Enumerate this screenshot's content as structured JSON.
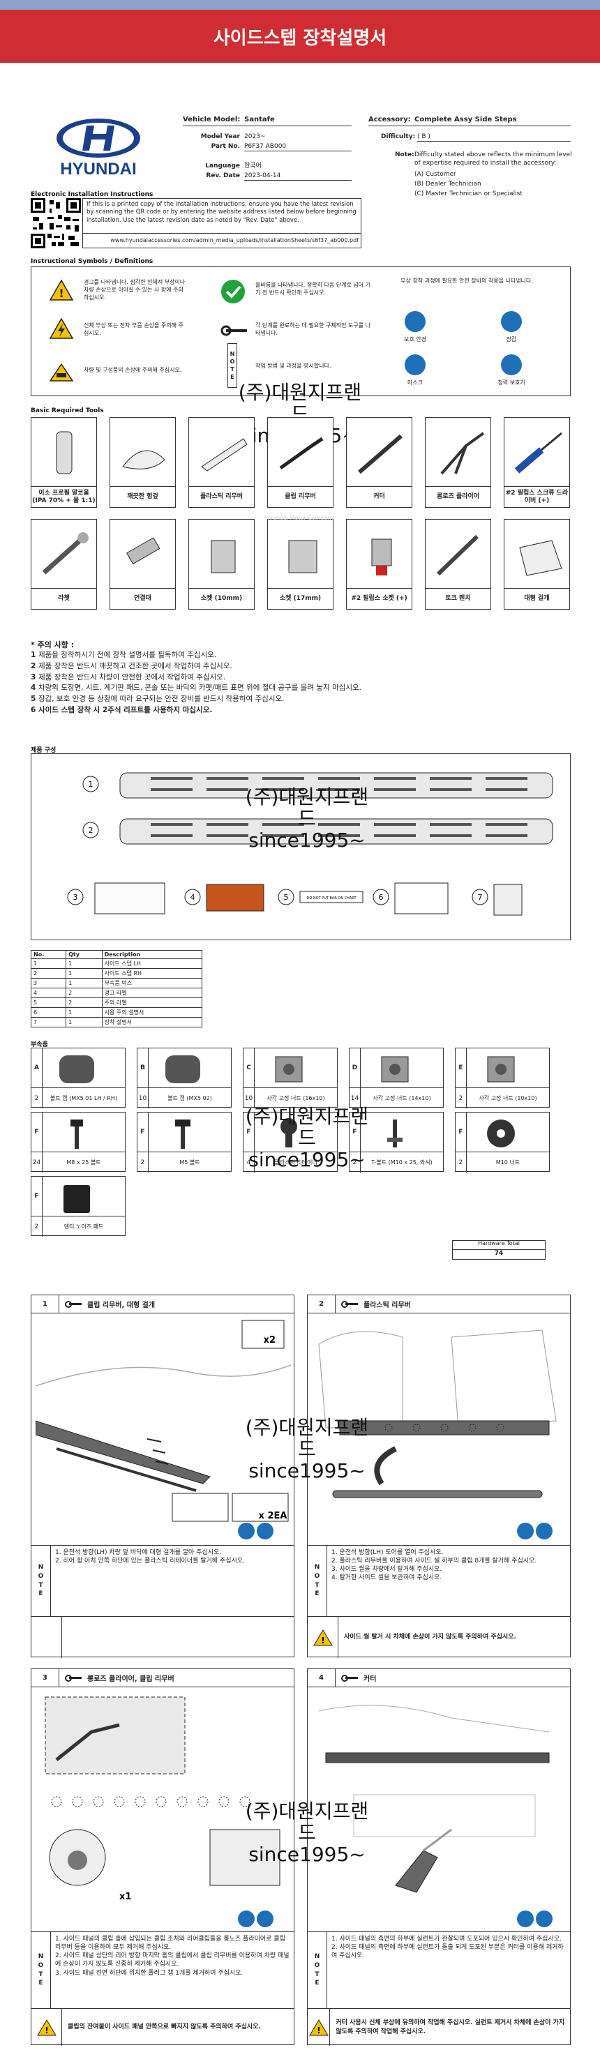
{
  "header": {
    "title": "사이드스텝 장착설명서"
  },
  "brand": "HYUNDAI",
  "vehicle": {
    "model_label": "Vehicle Model:",
    "model": "Santafe",
    "year_label": "Model Year",
    "year": "2023~",
    "part_label": "Part No.",
    "part": "P6F37 AB000",
    "lang_label": "Language",
    "lang": "한국어",
    "rev_label": "Rev. Date",
    "rev": "2023-04-14"
  },
  "accessory": {
    "label": "Accessory:",
    "name": "Complete Assy Side Steps",
    "difficulty_label": "Difficulty:",
    "difficulty": "( B )",
    "note_label": "Note:",
    "note": "Difficulty stated above reflects the minimum level of expertise required to install the accessory:",
    "levels": [
      "(A) Customer",
      "(B) Dealer Technician",
      "(C) Master Technician or Specialist"
    ]
  },
  "electronic": {
    "title": "Electronic Installation Instructions",
    "text": "If this is a printed copy of the installation instructions, ensure you have the latest revision by scanning the QR code or by entering the website address listed below before beginning installation. Use the latest revision date as noted by \"Rev. Date\" above.",
    "url": "www.hyundaiaccessories.com/admin_media_uploads/installationSheets/s6f37_ab000.pdf"
  },
  "symbols": {
    "title": "Instructional Symbols / Definitions",
    "left": [
      "경고를 나타냅니다. 심각한 인체적 부상이나 차량 손상으로 이어질 수 있는 사 항에 주의하십시오.",
      "신체 부상 또는 전자 부품 손상을 주의해 주십시오.",
      "차량 및 구성품의 손상에 주의해 주십시오."
    ],
    "mid": [
      "올바름을 나타냅니다. 정확히 다음 단계로 넘어 가기 전 반드시 확인해 주십시오.",
      "각 단계를 완료하는 데 필요한 구체적인 도구를 나타냅니다.",
      "작업 방법 및 과정을 명시합니다."
    ],
    "note_letters": [
      "N",
      "O",
      "T",
      "E"
    ],
    "right_title": "부상 장착 과정에 필요한 안전 장비의 착용을 나타냅니다.",
    "ppe": [
      "보호 안경",
      "장갑",
      "마스크",
      "청력 보호기"
    ]
  },
  "watermark": {
    "line1": "(주)대원지프랜드",
    "line2": "since1995~"
  },
  "tools": {
    "title": "Basic Required Tools",
    "row1": [
      "이소 프로필 알코올 (IPA 70% + 물 1:1)",
      "깨끗한 헝겊",
      "플라스틱 리무버",
      "클립 리무버",
      "커터",
      "롱로즈 플라이어",
      "#2 필립스 스크류 드라이버 (+)"
    ],
    "row2": [
      "라쳇",
      "연결대",
      "소켓 (10mm)",
      "소켓 (17mm)",
      "#2 필립스 소켓 (+)",
      "토크 렌치",
      "대형 걸개"
    ],
    "faint": "Hyundai Motor Company"
  },
  "cautions": {
    "title": "* 주의 사항 :",
    "items": [
      {
        "n": "1",
        "t": "제품을 장착하시기 전에 장착 설명서를 필독하여 주십시오."
      },
      {
        "n": "2",
        "t": "제품 장착은 반드시 깨끗하고 건조한 곳에서 작업하여 주십시오."
      },
      {
        "n": "3",
        "t": "제품 장착은 반드시 차량이 안전한 곳에서 작업하여 주십시오."
      },
      {
        "n": "4",
        "t": "차량의 도장면, 시트, 계기판 패드, 콘솔 또는 바닥의 카펫/매트 표면 위에 절대 공구를 올려 놓지 마십시오."
      },
      {
        "n": "5",
        "t": "장갑, 보호 안경 등 상황에 따라 요구되는 안전 장비를 반드시 착용하여 주십시오."
      },
      {
        "n": "6",
        "t": "사이드 스텝 장착 시 2주식 리프트를 사용하지 마십시오."
      }
    ]
  },
  "components": {
    "title": "제품 구성",
    "label_text": "DO NOT PUT BAR ON CHART",
    "callouts": [
      "1",
      "2",
      "3",
      "4",
      "5",
      "6",
      "7"
    ]
  },
  "parts_table": {
    "headers": [
      "No.",
      "Qty",
      "Description"
    ],
    "rows": [
      [
        "1",
        "1",
        "사이드 스텝 LH"
      ],
      [
        "2",
        "1",
        "사이드 스텝 RH"
      ],
      [
        "3",
        "1",
        "부속품 박스"
      ],
      [
        "4",
        "2",
        "경고 라벨"
      ],
      [
        "5",
        "2",
        "주의 라벨"
      ],
      [
        "6",
        "1",
        "사용 주의 설명서"
      ],
      [
        "7",
        "1",
        "장착 설명서"
      ]
    ]
  },
  "hardware": {
    "title": "부속품",
    "items": [
      {
        "id": "A",
        "qty": "2",
        "name": "볼트 캡 (MX5 01 LH / RH)"
      },
      {
        "id": "B",
        "qty": "10",
        "name": "볼트 캡 (MX5 02)"
      },
      {
        "id": "C",
        "qty": "10",
        "name": "사각 고정 너트 (16x10)"
      },
      {
        "id": "D",
        "qty": "14",
        "name": "사각 고정 너트 (14x10)"
      },
      {
        "id": "E",
        "qty": "2",
        "name": "사각 고정 너트 (10x10)"
      },
      {
        "id": "F",
        "qty": "24",
        "name": "M8 x 25 볼트"
      },
      {
        "id": "F",
        "qty": "2",
        "name": "M5 볼트"
      },
      {
        "id": "F",
        "qty": "4",
        "name": "플라스틱 리테이너"
      },
      {
        "id": "F",
        "qty": "2",
        "name": "T-볼트 (M10 x 25, 와셔)"
      },
      {
        "id": "F",
        "qty": "2",
        "name": "M10 너트"
      },
      {
        "id": "F",
        "qty": "2",
        "name": "덴티 노이즈 패드"
      }
    ],
    "total_label": "Hardware Total",
    "total": "74"
  },
  "steps": [
    {
      "num": "1",
      "title": "클립 리무버, 대형 걸개",
      "badge1": "x2",
      "badge2": "x 2EA",
      "note": [
        "1. 운전석 방향(LH) 차량 앞 바닥에 대형 걸개를 깔아 주십시오.",
        "2. 리어 휠 아치 안쪽 하단에 있는 플라스틱 리테이너를 탈거해 주십시오."
      ]
    },
    {
      "num": "2",
      "title": "플라스틱 리무버",
      "note": [
        "1. 운전석 방향(LH) 도어를 열어 주십시오.",
        "2. 플라스틱 리무버를 이용하여 사이드 씰 하부의 클립 8개를 탈거해 주십시오.",
        "3. 사이드 씰을 차량에서 탈거해 주십시오.",
        "4. 탈거한 사이드 씰을 보관하여 주십시오."
      ],
      "warn": "사이드 씰 탈거 시 차체에 손상이 가지 않도록 주의하여 주십시오."
    },
    {
      "num": "3",
      "title": "롱로즈 플라이어, 클립 리무버",
      "badge": "x1",
      "note": [
        "1. 사이드 패널의 클립 홀에 삽입되는 클립 조치와 리어클립들을 롱노즈 플라이어로 클립 리무버 등을 이용하여 모두 제거해 주십시오.",
        "2. 사이드 패널 상단의 리어 방향 마지막 홀의 클립에서 클립 리무버를 이용하여 차량 패널에 손상이 가지 않도록 신중히 제거해 주십시오.",
        "3. 사이드 패널 전면 하단에 위치한 플러그 캡 1개를 제거하여 주십시오."
      ],
      "warn": "클립의 잔여물이 사이드 패널 안쪽으로 빠지지 않도록 주의하여 주십시오."
    },
    {
      "num": "4",
      "title": "커터",
      "note": [
        "1. 사이드 패널의 측면의 하부에 실런트가 관찰되며 도포되어 있으시 확인하여 주십시오.",
        "2. 사이드 패널의 측면에 하부에 실런트가 돌출 되게 도포된 부분은 커터를 이용해 제거하여 주십시오."
      ],
      "warn": "커터 사용시 신체 부상에 유의하여 작업해 주십시오. 실런트 제거시 차체에 손상이 가지 않도록 주의하여 작업해 주십시오."
    }
  ]
}
